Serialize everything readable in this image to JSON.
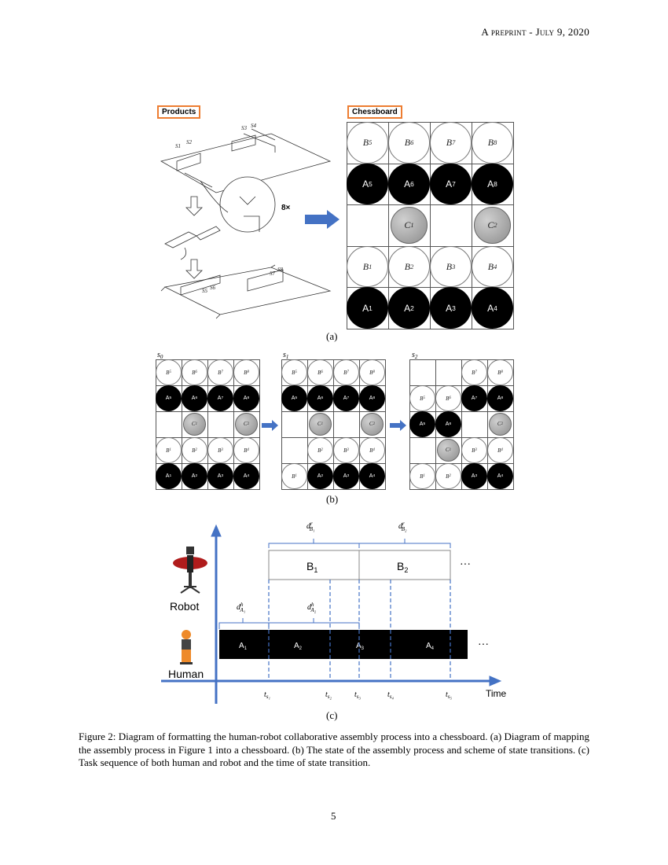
{
  "header": "A preprint - July 9, 2020",
  "part_a": {
    "products_label": "Products",
    "chessboard_label": "Chessboard",
    "multiplier": "8×",
    "screw_labels": [
      "S1",
      "S2",
      "S3",
      "S4",
      "S5",
      "S6",
      "S7",
      "S8"
    ],
    "caption": "(a)",
    "board": [
      [
        {
          "col": 1,
          "t": "white",
          "b": "B",
          "s": "5"
        },
        {
          "col": 2,
          "t": "white",
          "b": "B",
          "s": "6"
        },
        {
          "col": 3,
          "t": "white",
          "b": "B",
          "s": "7"
        },
        {
          "col": 4,
          "t": "white",
          "b": "B",
          "s": "8"
        }
      ],
      [
        {
          "col": 1,
          "t": "black",
          "b": "A",
          "s": "5"
        },
        {
          "col": 2,
          "t": "black",
          "b": "A",
          "s": "6"
        },
        {
          "col": 3,
          "t": "black",
          "b": "A",
          "s": "7"
        },
        {
          "col": 4,
          "t": "black",
          "b": "A",
          "s": "8"
        }
      ],
      [
        {
          "col": 1.5,
          "t": "gray",
          "b": "C",
          "s": "1"
        },
        {
          "col": 3.5,
          "t": "gray",
          "b": "C",
          "s": "2"
        }
      ],
      [
        {
          "col": 1,
          "t": "white",
          "b": "B",
          "s": "1"
        },
        {
          "col": 2,
          "t": "white",
          "b": "B",
          "s": "2"
        },
        {
          "col": 3,
          "t": "white",
          "b": "B",
          "s": "3"
        },
        {
          "col": 4,
          "t": "white",
          "b": "B",
          "s": "4"
        }
      ],
      [
        {
          "col": 1,
          "t": "black",
          "b": "A",
          "s": "1"
        },
        {
          "col": 2,
          "t": "black",
          "b": "A",
          "s": "2"
        },
        {
          "col": 3,
          "t": "black",
          "b": "A",
          "s": "3"
        },
        {
          "col": 4,
          "t": "black",
          "b": "A",
          "s": "4"
        }
      ]
    ]
  },
  "part_b": {
    "caption": "(b)",
    "states": [
      {
        "name": "s",
        "sub": "0",
        "board": [
          [
            {
              "col": 1,
              "t": "white",
              "b": "B",
              "s": "5"
            },
            {
              "col": 2,
              "t": "white",
              "b": "B",
              "s": "6"
            },
            {
              "col": 3,
              "t": "white",
              "b": "B",
              "s": "7"
            },
            {
              "col": 4,
              "t": "white",
              "b": "B",
              "s": "8"
            }
          ],
          [
            {
              "col": 1,
              "t": "black",
              "b": "A",
              "s": "5"
            },
            {
              "col": 2,
              "t": "black",
              "b": "A",
              "s": "6"
            },
            {
              "col": 3,
              "t": "black",
              "b": "A",
              "s": "7"
            },
            {
              "col": 4,
              "t": "black",
              "b": "A",
              "s": "8"
            }
          ],
          [
            {
              "col": 1.5,
              "t": "gray",
              "b": "C",
              "s": "1"
            },
            {
              "col": 3.5,
              "t": "gray",
              "b": "C",
              "s": "2"
            }
          ],
          [
            {
              "col": 1,
              "t": "white",
              "b": "B",
              "s": "1"
            },
            {
              "col": 2,
              "t": "white",
              "b": "B",
              "s": "2"
            },
            {
              "col": 3,
              "t": "white",
              "b": "B",
              "s": "3"
            },
            {
              "col": 4,
              "t": "white",
              "b": "B",
              "s": "4"
            }
          ],
          [
            {
              "col": 1,
              "t": "black",
              "b": "A",
              "s": "1"
            },
            {
              "col": 2,
              "t": "black",
              "b": "A",
              "s": "2"
            },
            {
              "col": 3,
              "t": "black",
              "b": "A",
              "s": "3"
            },
            {
              "col": 4,
              "t": "black",
              "b": "A",
              "s": "4"
            }
          ]
        ]
      },
      {
        "name": "s",
        "sub": "1",
        "board": [
          [
            {
              "col": 1,
              "t": "white",
              "b": "B",
              "s": "5"
            },
            {
              "col": 2,
              "t": "white",
              "b": "B",
              "s": "6"
            },
            {
              "col": 3,
              "t": "white",
              "b": "B",
              "s": "7"
            },
            {
              "col": 4,
              "t": "white",
              "b": "B",
              "s": "8"
            }
          ],
          [
            {
              "col": 1,
              "t": "black",
              "b": "A",
              "s": "5"
            },
            {
              "col": 2,
              "t": "black",
              "b": "A",
              "s": "6"
            },
            {
              "col": 3,
              "t": "black",
              "b": "A",
              "s": "7"
            },
            {
              "col": 4,
              "t": "black",
              "b": "A",
              "s": "8"
            }
          ],
          [
            {
              "col": 1.5,
              "t": "gray",
              "b": "C",
              "s": "1"
            },
            {
              "col": 3.5,
              "t": "gray",
              "b": "C",
              "s": "2"
            }
          ],
          [
            {
              "col": 2,
              "t": "white",
              "b": "B",
              "s": "2"
            },
            {
              "col": 3,
              "t": "white",
              "b": "B",
              "s": "3"
            },
            {
              "col": 4,
              "t": "white",
              "b": "B",
              "s": "4"
            }
          ],
          [
            {
              "col": 1,
              "t": "white",
              "b": "B",
              "s": "1"
            },
            {
              "col": 2,
              "t": "black",
              "b": "A",
              "s": "2"
            },
            {
              "col": 3,
              "t": "black",
              "b": "A",
              "s": "3"
            },
            {
              "col": 4,
              "t": "black",
              "b": "A",
              "s": "4"
            }
          ]
        ]
      },
      {
        "name": "s",
        "sub": "2",
        "board": [
          [
            {
              "col": 3,
              "t": "white",
              "b": "B",
              "s": "7"
            },
            {
              "col": 4,
              "t": "white",
              "b": "B",
              "s": "8"
            }
          ],
          [
            {
              "col": 1,
              "t": "white",
              "b": "B",
              "s": "5"
            },
            {
              "col": 2,
              "t": "white",
              "b": "B",
              "s": "6"
            },
            {
              "col": 3,
              "t": "black",
              "b": "A",
              "s": "7"
            },
            {
              "col": 4,
              "t": "black",
              "b": "A",
              "s": "8"
            }
          ],
          [
            {
              "col": 1,
              "t": "black",
              "b": "A",
              "s": "5"
            },
            {
              "col": 2,
              "t": "black",
              "b": "A",
              "s": "6"
            },
            {
              "col": 3.5,
              "t": "gray",
              "b": "C",
              "s": "2"
            }
          ],
          [
            {
              "col": 1.5,
              "t": "gray",
              "b": "C",
              "s": "1"
            },
            {
              "col": 3,
              "t": "white",
              "b": "B",
              "s": "3"
            },
            {
              "col": 4,
              "t": "white",
              "b": "B",
              "s": "4"
            }
          ],
          [
            {
              "col": 1,
              "t": "white",
              "b": "B",
              "s": "1"
            },
            {
              "col": 2,
              "t": "white",
              "b": "B",
              "s": "2"
            },
            {
              "col": 3,
              "t": "black",
              "b": "A",
              "s": "3"
            },
            {
              "col": 4,
              "t": "black",
              "b": "A",
              "s": "4"
            }
          ]
        ]
      }
    ]
  },
  "part_c": {
    "caption": "(c)",
    "robot_label": "Robot",
    "human_label": "Human",
    "time_label": "Time",
    "ellipsis": "···",
    "robot_tasks": [
      {
        "b": "B",
        "s": "1"
      },
      {
        "b": "B",
        "s": "2"
      }
    ],
    "human_tasks": [
      {
        "b": "A",
        "s": "1"
      },
      {
        "b": "A",
        "s": "2"
      },
      {
        "b": "A",
        "s": "3"
      },
      {
        "b": "A",
        "s": "4"
      }
    ],
    "durations": [
      {
        "b": "d",
        "sup": "r",
        "s": "B₁"
      },
      {
        "b": "d",
        "sup": "r",
        "s": "B₂"
      },
      {
        "b": "d",
        "sup": "h",
        "s": "A₁"
      },
      {
        "b": "d",
        "sup": "h",
        "s": "A₂"
      }
    ],
    "time_marks": [
      {
        "b": "t",
        "s": "s₁"
      },
      {
        "b": "t",
        "s": "s₂"
      },
      {
        "b": "t",
        "s": "s₃"
      },
      {
        "b": "t",
        "s": "s₄"
      },
      {
        "b": "t",
        "s": "s₅"
      }
    ],
    "axis_color": "#4472c4"
  },
  "caption": "Figure 2: Diagram of formatting the human-robot collaborative assembly process into a chessboard. (a) Diagram of mapping the assembly process in Figure 1 into a chessboard. (b) The state of the assembly process and scheme of state transitions. (c) Task sequence of both human and robot and the time of state transition.",
  "page_number": "5"
}
